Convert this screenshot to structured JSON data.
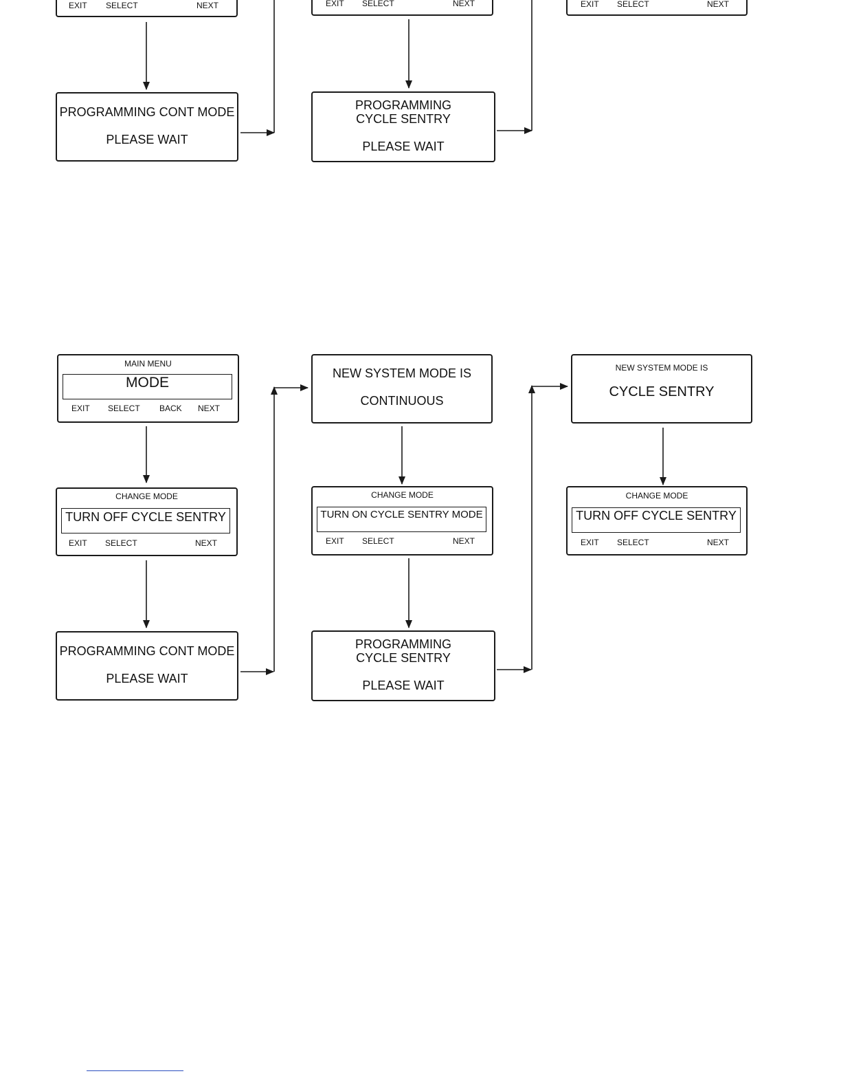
{
  "keys": {
    "exit": "EXIT",
    "select": "SELECT",
    "back": "BACK",
    "next": "NEXT"
  },
  "top_partial": {
    "prog_cont": {
      "line1": "PROGRAMMING CONT MODE",
      "line2": "PLEASE WAIT"
    },
    "prog_cycle": {
      "line1": "PROGRAMMING",
      "line2": "CYCLE SENTRY",
      "line3": "PLEASE WAIT"
    }
  },
  "main_menu": {
    "caption": "MAIN MENU",
    "value": "MODE"
  },
  "change_mode_off": {
    "caption": "CHANGE MODE",
    "value": "TURN OFF CYCLE SENTRY"
  },
  "prog_cont": {
    "line1": "PROGRAMMING CONT MODE",
    "line2": "PLEASE WAIT"
  },
  "new_mode_cont": {
    "line1": "NEW SYSTEM MODE IS",
    "line2": "CONTINUOUS"
  },
  "change_mode_on": {
    "caption": "CHANGE MODE",
    "value": "TURN ON CYCLE SENTRY MODE"
  },
  "prog_cycle": {
    "line1": "PROGRAMMING",
    "line2": "CYCLE SENTRY",
    "line3": "PLEASE WAIT"
  },
  "new_mode_cycle": {
    "caption": "NEW SYSTEM MODE IS",
    "value": "CYCLE SENTRY"
  },
  "change_mode_off_2": {
    "caption": "CHANGE MODE",
    "value": "TURN OFF CYCLE SENTRY"
  }
}
